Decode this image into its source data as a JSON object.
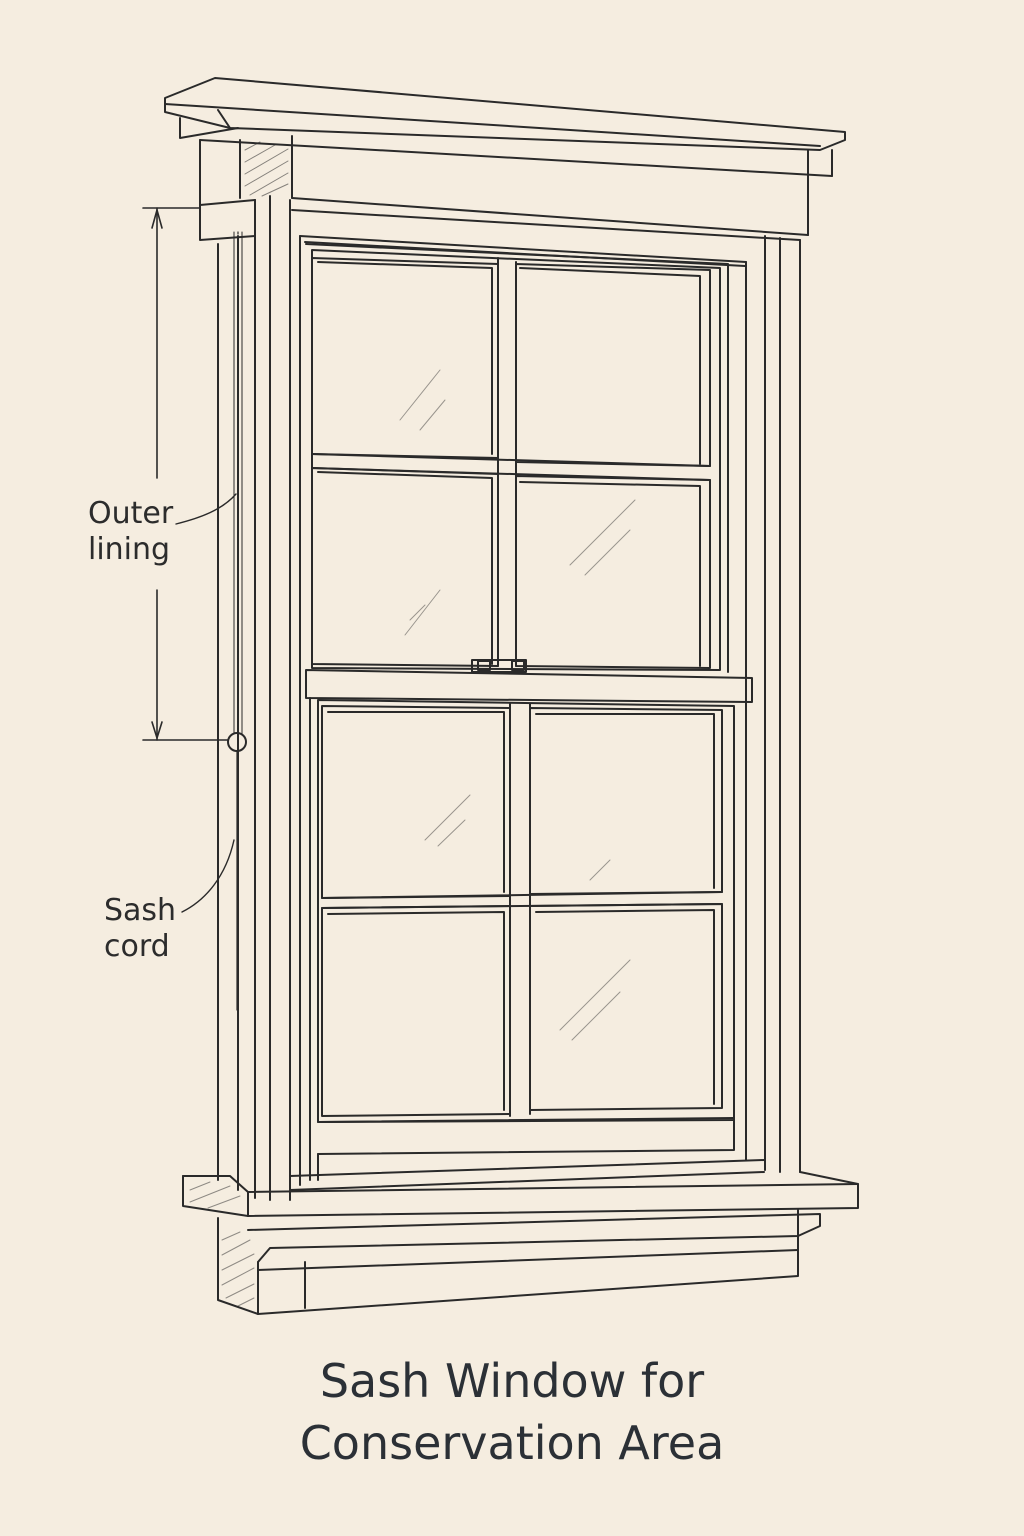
{
  "diagram": {
    "title_line1": "Sash Window for",
    "title_line2": "Conservation Area",
    "callouts": {
      "outer_lining": "Outer\nlining",
      "sash_cord": "Sash\ncord"
    }
  },
  "colors": {
    "background": "#f5ede0",
    "line": "#2a2a2a",
    "title": "#2b3036"
  }
}
